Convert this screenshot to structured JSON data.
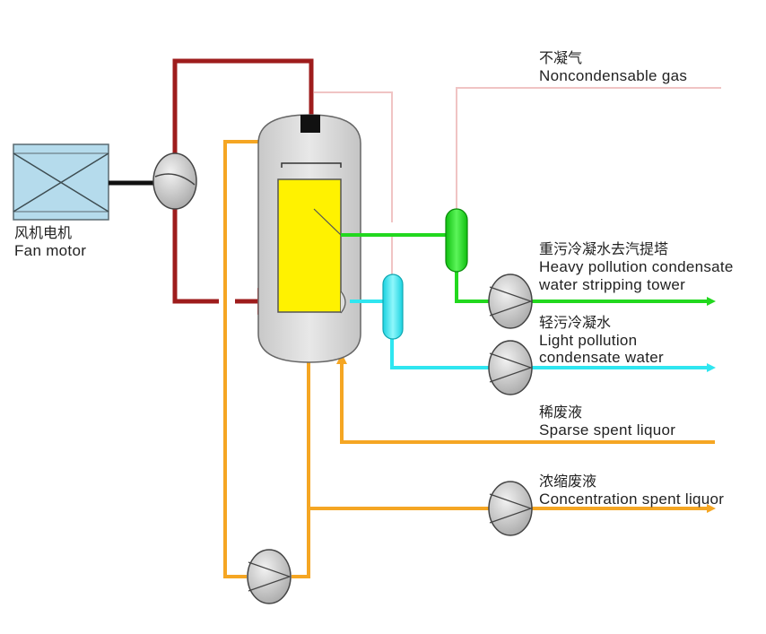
{
  "labels": {
    "fan_motor_cn": "风机电机",
    "fan_motor_en": "Fan motor",
    "noncondensable_cn": "不凝气",
    "noncondensable_en": "Noncondensable gas",
    "heavy_cn": "重污冷凝水去汽提塔",
    "heavy_en_1": "Heavy pollution condensate",
    "heavy_en_2": "water stripping tower",
    "light_cn": "轻污冷凝水",
    "light_en_1": "Light pollution",
    "light_en_2": "condensate water",
    "sparse_cn": "稀废液",
    "sparse_en": "Sparse spent liquor",
    "concentration_cn": "浓缩废液",
    "concentration_en": "Concentration spent liquor"
  },
  "colors": {
    "steam_red": "#9e1c1c",
    "feed_orange": "#f5a623",
    "heavy_green": "#22d81e",
    "light_cyan": "#2fe6f0",
    "vent_pink": "#f0c4c4",
    "vessel_gray": "#dcdcdc",
    "heater_yellow": "#fff200",
    "pump_gray": "#c9c9c9",
    "fan_blue": "#b5dbec",
    "arrow_red": "#e81e1e"
  }
}
